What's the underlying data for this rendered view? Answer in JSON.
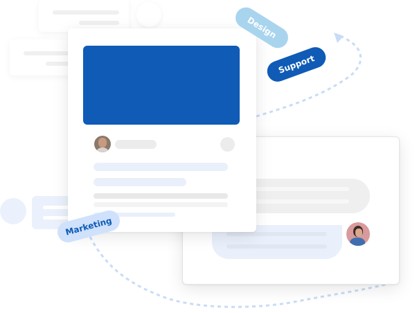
{
  "tags": {
    "design": "Design",
    "support": "Support",
    "marketing": "Marketing"
  },
  "colors": {
    "primary_blue": "#0f5bb5",
    "light_blue_tag": "#a8d4ee",
    "marketing_tag": "#cfe1fb",
    "skeleton_blue": "#e9f0fb",
    "skeleton_gray": "#ececec",
    "skeleton_light": "#f3f3f3",
    "dash_blue": "#c8dcf7"
  },
  "post_card": {
    "author_avatar": "avatar-man-glasses",
    "image_placeholder": "blue-media-block"
  },
  "chat_card": {
    "reply_avatar": "avatar-man-beard"
  }
}
